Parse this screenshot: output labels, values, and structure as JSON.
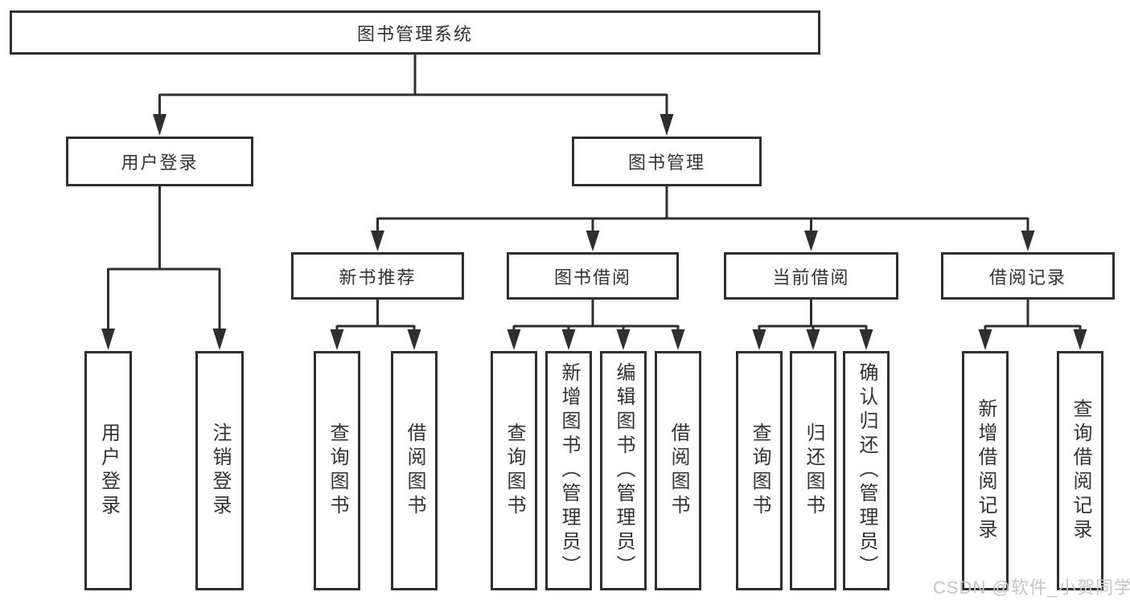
{
  "nodes": {
    "root": {
      "label": "图书管理系统"
    },
    "level2": {
      "user_login": {
        "label": "用户登录"
      },
      "book_mgmt": {
        "label": "图书管理"
      }
    },
    "level3": {
      "new_books": {
        "label": "新书推荐"
      },
      "book_borrow": {
        "label": "图书借阅"
      },
      "current_borrow": {
        "label": "当前借阅"
      },
      "borrow_records": {
        "label": "借阅记录"
      }
    },
    "leaves": {
      "login": {
        "label": "用户登录"
      },
      "logout": {
        "label": "注销登录"
      },
      "nb_query": {
        "label": "查询图书"
      },
      "nb_borrow": {
        "label": "借阅图书"
      },
      "bb_query": {
        "label": "查询图书"
      },
      "bb_add": {
        "label": "新增图书（管理员）"
      },
      "bb_edit": {
        "label": "编辑图书（管理员）"
      },
      "bb_borrow": {
        "label": "借阅图书"
      },
      "cb_query": {
        "label": "查询图书"
      },
      "cb_return": {
        "label": "归还图书"
      },
      "cb_confirm": {
        "label": "确认归还（管理员）"
      },
      "br_add": {
        "label": "新增借阅记录"
      },
      "br_query": {
        "label": "查询借阅记录"
      }
    }
  },
  "hierarchy": {
    "图书管理系统": [
      "用户登录",
      "图书管理"
    ],
    "用户登录": [
      "用户登录",
      "注销登录"
    ],
    "图书管理": [
      "新书推荐",
      "图书借阅",
      "当前借阅",
      "借阅记录"
    ],
    "新书推荐": [
      "查询图书",
      "借阅图书"
    ],
    "图书借阅": [
      "查询图书",
      "新增图书（管理员）",
      "编辑图书（管理员）",
      "借阅图书"
    ],
    "当前借阅": [
      "查询图书",
      "归还图书",
      "确认归还（管理员）"
    ],
    "借阅记录": [
      "新增借阅记录",
      "查询借阅记录"
    ]
  },
  "watermark": {
    "text": "CSDN @软件_小贺同学"
  },
  "colors": {
    "line": "#2f2f2f",
    "text": "#333333",
    "background": "#ffffff",
    "watermark": "#c6c6c6"
  }
}
